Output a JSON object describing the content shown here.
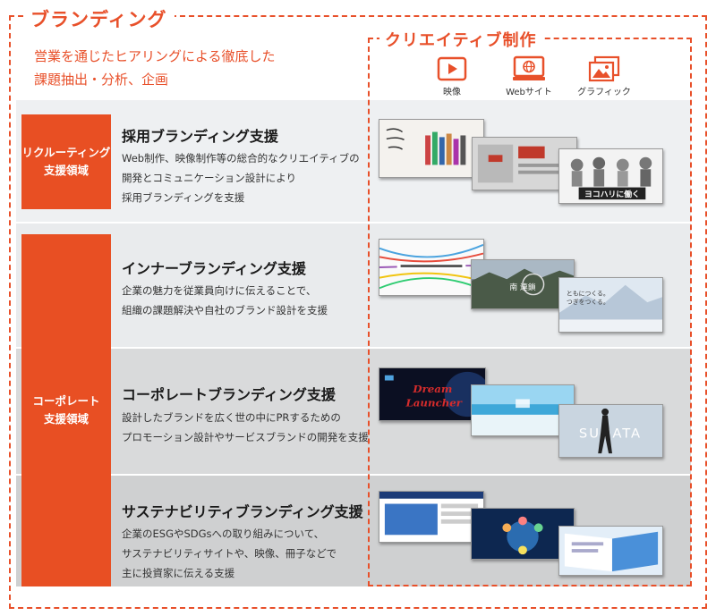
{
  "branding": {
    "title": "ブランディング",
    "intro": "営業を通じたヒアリングによる徹底した\n課題抽出・分析、企画"
  },
  "creative": {
    "title": "クリエイティブ制作",
    "media": [
      {
        "label": "映像",
        "icon": "video-play-icon"
      },
      {
        "label": "Webサイト",
        "icon": "web-browser-icon"
      },
      {
        "label": "グラフィック",
        "icon": "image-graphic-icon"
      }
    ]
  },
  "domains": [
    {
      "label": "リクルーティング\n支援領域"
    },
    {
      "label": "コーポレート\n支援領域"
    }
  ],
  "services": [
    {
      "title": "採用ブランディング支援",
      "desc": "Web制作、映像制作等の総合的なクリエイティブの\n開発とコミュニケーション設計により\n採用ブランディングを支援"
    },
    {
      "title": "インナーブランディング支援",
      "desc": "企業の魅力を従業員向けに伝えることで、\n組織の課題解決や自社のブランド設計を支援"
    },
    {
      "title": "コーポレートブランディング支援",
      "desc": "設計したブランドを広く世の中にPRするための\nプロモーション設計やサービスブランドの開発を支援"
    },
    {
      "title": "サステナビリティブランディング支援",
      "desc": "企業のESGやSDGsへの取り組みについて、\nサステナビリティサイトや、映像、冊子などで\n主に投資家に伝える支援"
    }
  ],
  "thumbnail_text": {
    "recruit_3": "ヨコハリに働く",
    "inner_2": "南  連鎖",
    "inner_3": "ともにつくる。\nつぎをつくる。",
    "corp_1": "Dream\nLauncher",
    "corp_3": "SUGATA"
  },
  "colors": {
    "accent": "#e8502a",
    "side_bar": "#e84f23"
  }
}
